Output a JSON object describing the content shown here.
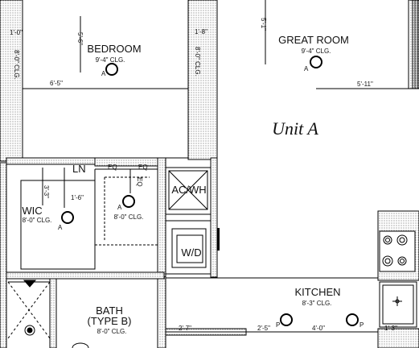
{
  "unit_title": "Unit A",
  "rooms": {
    "bedroom": {
      "name": "BEDROOM",
      "clg": "9'-4\" CLG."
    },
    "great_room": {
      "name": "GREAT ROOM",
      "clg": "9'-4\" CLG."
    },
    "wic": {
      "name": "WIC",
      "clg": "8'-0\" CLG."
    },
    "closet_clg": "8'-0\" CLG.",
    "bath": {
      "name": "BATH",
      "type": "(TYPE B)",
      "clg": "8'-0\" CLG."
    },
    "kitchen": {
      "name": "KITCHEN",
      "clg": "8'-3\" CLG."
    }
  },
  "fixtures": {
    "acwh": "AC/WH",
    "wd": "W/D",
    "ln": "LN"
  },
  "section_markers": {
    "marker": "A",
    "marker_p": "P"
  },
  "dimensions": {
    "d1": "1'-0\"",
    "d2": "5'-6\"",
    "d3": "8'-0\" CLG.",
    "d4": "6'-5\"",
    "d5": "1'-8\"",
    "d6": "8'-0\" CLG.",
    "d7": "5'-1\"",
    "d8": "5'-11\"",
    "d9": "EQ",
    "d10": "EQ",
    "d11": "EQ",
    "d12": "3'-3\"",
    "d13": "1'-6\"",
    "d14": "2'-7\"",
    "d15": "2'-5\"",
    "d16": "4'-0\"",
    "d17": "1'-3\""
  }
}
